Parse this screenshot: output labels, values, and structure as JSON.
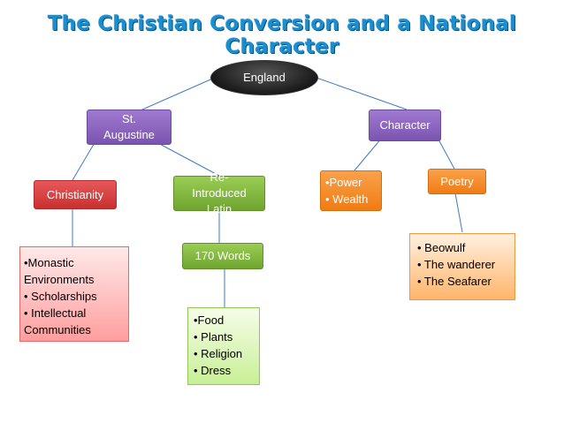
{
  "title": "The Christian Conversion and a National Character",
  "nodes": {
    "england": "England",
    "st_augustine": "St. Augustine",
    "character": "Character",
    "christianity": "Christianity",
    "reintroduced_latin": "Re-Introduced Latin",
    "power_wealth": [
      "•Power",
      "• Wealth"
    ],
    "poetry": "Poetry",
    "words_170": "170 Words",
    "monastic_list": [
      "•Monastic Environments",
      "• Scholarships",
      "• Intellectual Communities"
    ],
    "poetry_list": [
      "• Beowulf",
      "• The wanderer",
      "• The Seafarer"
    ],
    "latin_list": [
      "•Food",
      "• Plants",
      "• Religion",
      "• Dress"
    ]
  },
  "colors": {
    "title": "#1a8fd0",
    "root": "#111111",
    "purple": "#8a64c0",
    "red": "#d9413f",
    "green": "#86bf44",
    "orange": "#f58a28",
    "connector": "#3e7bc4"
  }
}
